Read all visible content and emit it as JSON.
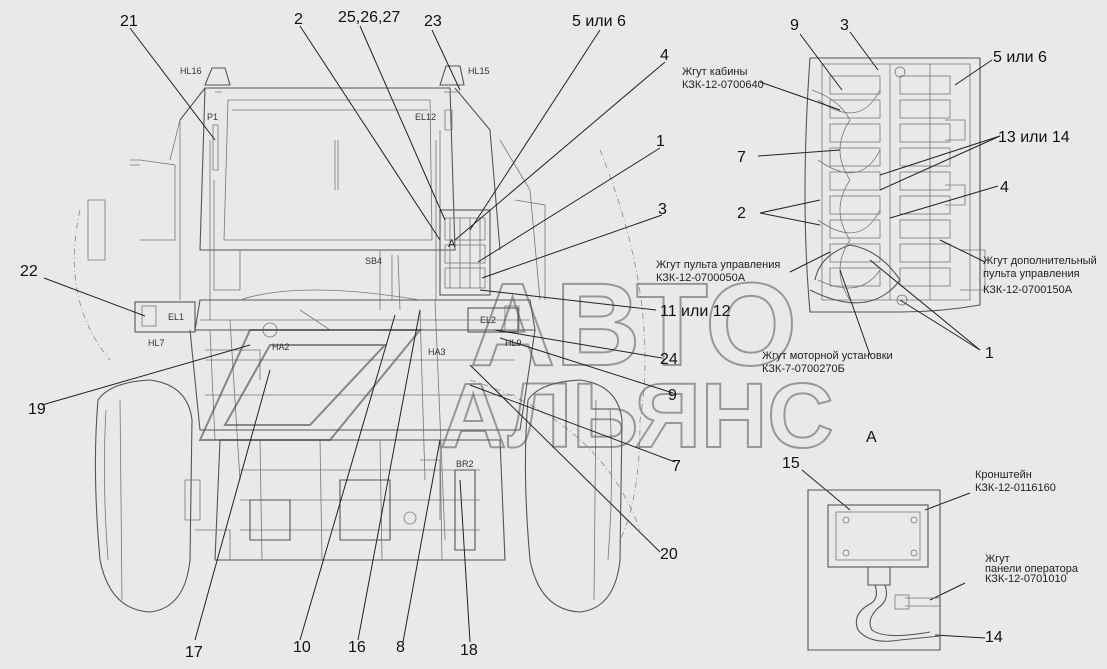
{
  "watermark": {
    "line1": "АВТО",
    "line2": "АЛЬЯНС"
  },
  "callouts": {
    "c21": "21",
    "c2_top": "2",
    "c25_27": "25,26,27",
    "c23": "23",
    "c5or6_top": "5 или 6",
    "c4_mid": "4",
    "c1_mid": "1",
    "c3_mid": "3",
    "c22": "22",
    "c11or12": "11 или 12",
    "c24": "24",
    "c9_mid": "9",
    "c7_mid": "7",
    "c19": "19",
    "c20": "20",
    "c17": "17",
    "c10": "10",
    "c16": "16",
    "c8": "8",
    "c18": "18",
    "r9": "9",
    "r3": "3",
    "r5or6": "5 или 6",
    "r7": "7",
    "r13or14": "13 или 14",
    "r4": "4",
    "r2": "2",
    "r1": "1",
    "r15": "15",
    "r14": "14",
    "view_A": "А"
  },
  "component_labels": {
    "HL16": "HL16",
    "HL15": "HL15",
    "P1": "P1",
    "EL12": "EL12",
    "SB4": "SB4",
    "EL1": "EL1",
    "EL2": "EL2",
    "HL7": "HL7",
    "HL9": "HL9",
    "HA2": "HA2",
    "HA3": "HA3",
    "BR2": "BR2",
    "A_box": "A"
  },
  "harness_labels": {
    "cab": {
      "line1": "Жгут кабины",
      "line2": "КЗК-12-0700640"
    },
    "control_panel": {
      "line1": "Жгут пульта управления",
      "line2": "КЗК-12-0700050А"
    },
    "extra_panel": {
      "line1": "Жгут дополнительный",
      "line2": "пульта управления",
      "line3": "КЗК-12-0700150А"
    },
    "engine": {
      "line1": "Жгут моторной установки",
      "line2": "КЗК-7-0700270Б"
    },
    "bracket": {
      "line1": "Кронштейн",
      "line2": "КЗК-12-0116160"
    },
    "operator_panel": {
      "line1": "Жгут",
      "line2": "панели оператора",
      "line3": "КЗК-12-0701010"
    }
  }
}
